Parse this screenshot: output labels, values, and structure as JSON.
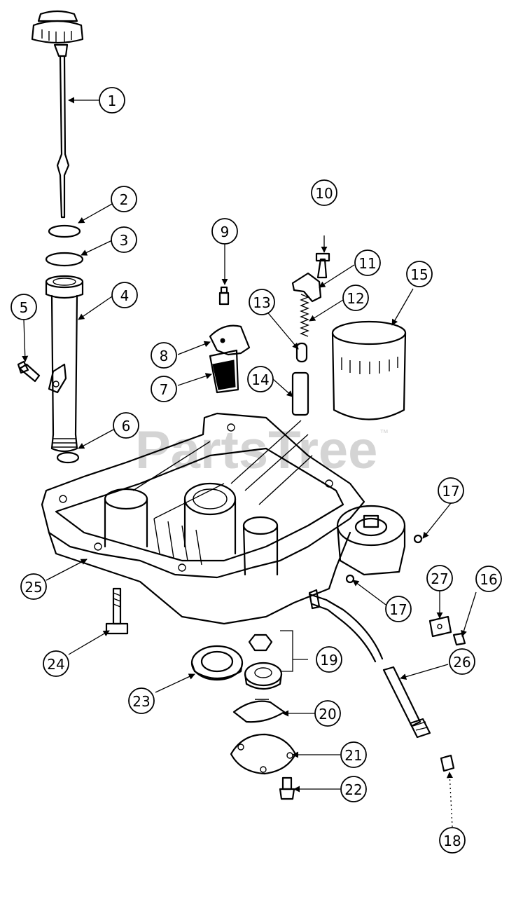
{
  "watermark": {
    "text": "PartsTree",
    "trademark": "™"
  },
  "callouts": [
    "1",
    "2",
    "3",
    "4",
    "5",
    "6",
    "7",
    "8",
    "9",
    "10",
    "11",
    "12",
    "13",
    "14",
    "15",
    "16",
    "17",
    "17",
    "18",
    "19",
    "20",
    "21",
    "22",
    "23",
    "24",
    "25",
    "26",
    "27"
  ]
}
